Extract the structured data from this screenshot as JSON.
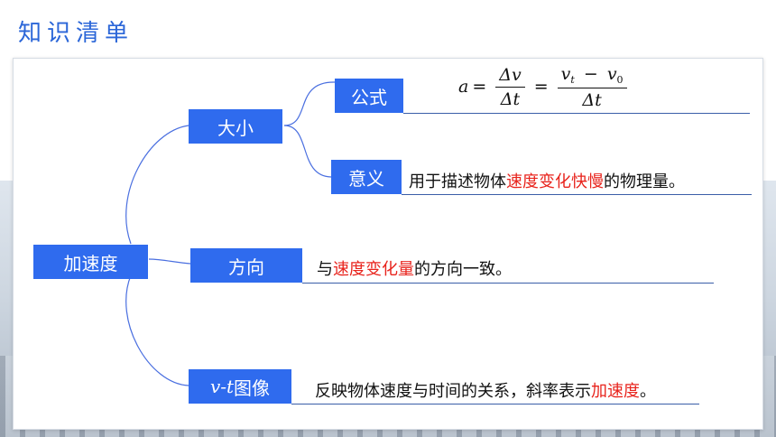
{
  "header": {
    "title": "知识清单"
  },
  "mindmap": {
    "root": "加速度",
    "branches": {
      "magnitude": {
        "label": "大小",
        "formula_item": {
          "label": "公式",
          "formula": {
            "lhs": "a",
            "eq": "=",
            "frac1": {
              "num": "Δv",
              "den": "Δt"
            },
            "frac2": {
              "num_a": "v",
              "num_a_sub": "t",
              "minus": "−",
              "num_b": "v",
              "num_b_sub": "0",
              "den": "Δt"
            }
          }
        },
        "meaning_item": {
          "label": "意义",
          "text_pre": "用于描述物体",
          "text_red": "速度变化快慢",
          "text_post": "的物理量。"
        }
      },
      "direction": {
        "label": "方向",
        "text_pre": "与",
        "text_red": "速度变化量",
        "text_post": "的方向一致。"
      },
      "vt_graph": {
        "label_italic": "v-t",
        "label_rest": "图像",
        "text_pre": "反映物体速度与时间的关系，斜率表示",
        "text_red": "加速度",
        "text_post": "。"
      }
    }
  },
  "colors": {
    "box": "#2f6bee",
    "title": "#2b66d8",
    "emphasis": "#e8231c",
    "connector": "#4a6fe0"
  }
}
